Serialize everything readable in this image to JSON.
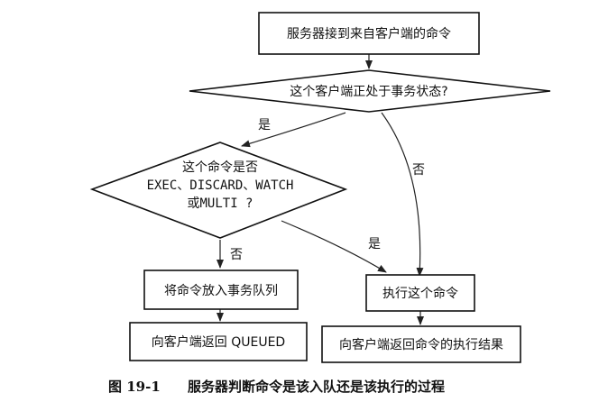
{
  "nodes": {
    "receive": "服务器接到来自客户端的命令",
    "in_transaction": "这个客户端正处于事务状态?",
    "is_special_line1": "这个命令是否",
    "is_special_line2": "EXEC、DISCARD、WATCH",
    "is_special_line3": "或MULTI ?",
    "enqueue": "将命令放入事务队列",
    "execute": "执行这个命令",
    "reply_queued": "向客户端返回 QUEUED",
    "reply_result": "向客户端返回命令的执行结果"
  },
  "edge_labels": {
    "in_tx_yes": "是",
    "in_tx_no": "否",
    "special_no": "否",
    "special_yes": "是"
  },
  "caption": {
    "figure_number": "图 19-1",
    "text": "服务器判断命令是该入队还是该执行的过程"
  },
  "colors": {
    "stroke": "#111111",
    "text": "#111111",
    "background": "#ffffff"
  }
}
